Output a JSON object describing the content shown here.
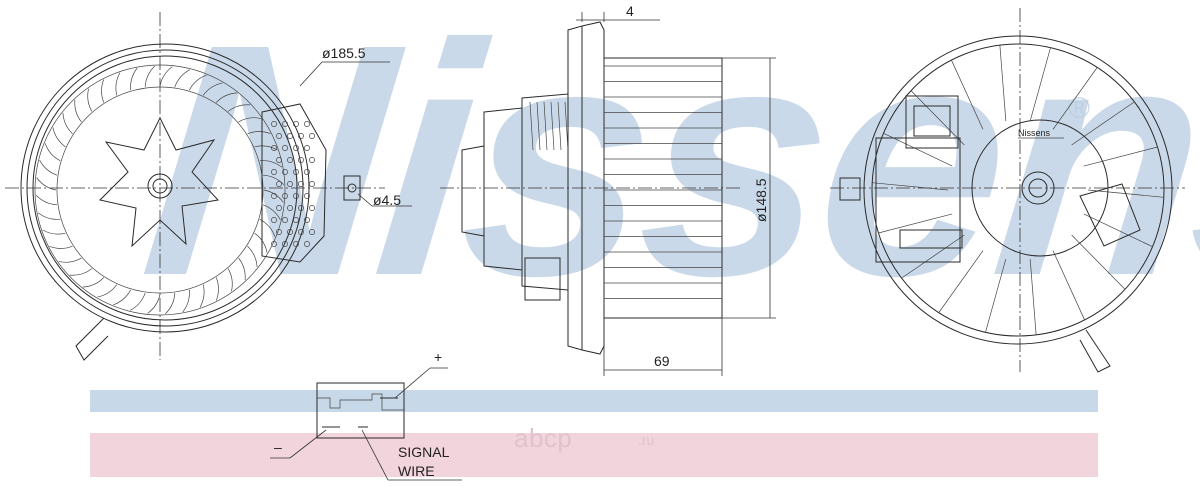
{
  "watermark": {
    "brand": "Nissens",
    "registered": "®"
  },
  "bottom_watermark": {
    "text": "abcp",
    "suffix": ".ru"
  },
  "dimensions": {
    "outer_diameter": "ø185.5",
    "hole_diameter": "ø4.5",
    "flange_offset": "4",
    "motor_diameter": "ø148.5",
    "depth": "69"
  },
  "connector": {
    "plus_label": "+",
    "minus_label": "–",
    "signal_label_line1": "SIGNAL",
    "signal_label_line2": "WIRE"
  },
  "rear_label": "Nissens",
  "colors": {
    "band_blue": "#c7d8e8",
    "band_pink": "#f1d4dc",
    "watermark": "#b9cde2",
    "line": "#2a2a2a"
  }
}
